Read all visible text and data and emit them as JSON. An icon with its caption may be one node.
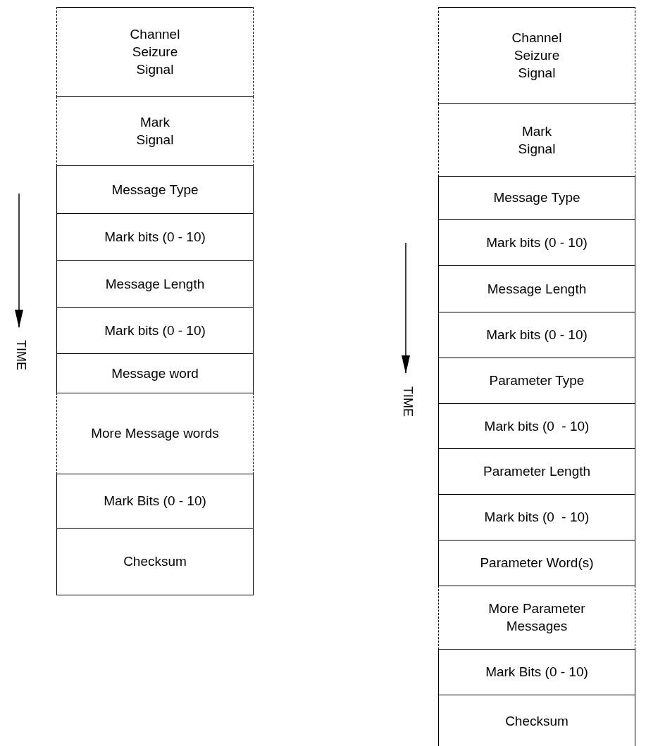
{
  "diagram": {
    "nodes": [
      {
        "text": [
          "Channel Seizure Signal"
        ]
      },
      {
        "text": [
          "Mark Signal"
        ]
      },
      {
        "text": [
          "Message Type"
        ]
      },
      {
        "text": [
          "Mark bits (0 - 10)"
        ]
      },
      {
        "text": [
          "Message Length"
        ]
      },
      {
        "text": [
          "Mark bits (0 - 10)"
        ]
      },
      {
        "text": [
          "Message word"
        ]
      },
      {
        "text": [
          "More Message words"
        ]
      },
      {
        "text": [
          "Mark Bits (0 - 10)"
        ]
      },
      {
        "text": [
          "Checksum"
        ]
      },
      {
        "text": [
          "Channel Seizure Signal"
        ]
      },
      {
        "text": [
          "Mark Signal"
        ]
      },
      {
        "text": [
          "Message Type"
        ]
      },
      {
        "text": [
          "Mark bits (0 - 10)"
        ]
      },
      {
        "text": [
          "Message Length"
        ]
      },
      {
        "text": [
          "Mark bits (0 - 10)"
        ]
      },
      {
        "text": [
          "Parameter Type"
        ]
      },
      {
        "text": [
          "Mark bits (0  - 10)"
        ]
      },
      {
        "text": [
          "Parameter Length"
        ]
      },
      {
        "text": [
          "Mark bits (0  - 10)"
        ]
      },
      {
        "text": [
          "Parameter Word(s)"
        ]
      },
      {
        "text": [
          "More Parameter Messages"
        ]
      },
      {
        "text": [
          "Mark Bits (0 - 10)"
        ]
      },
      {
        "text": [
          "Checksum"
        ]
      }
    ],
    "labels": [
      "TIME",
      "TIME"
    ]
  }
}
